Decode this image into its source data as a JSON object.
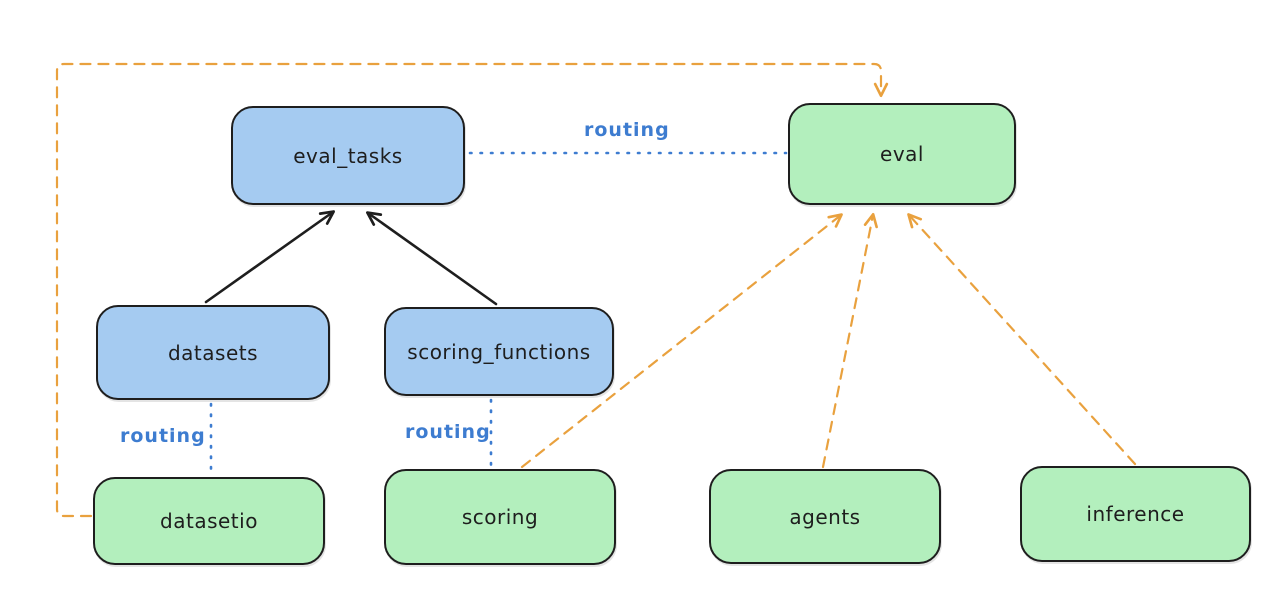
{
  "diagram": {
    "kind": "architecture-diagram",
    "background": "#ffffff"
  },
  "nodes": {
    "eval_tasks": {
      "label": "eval_tasks",
      "type": "api",
      "fill": "#a5cbf1"
    },
    "eval": {
      "label": "eval",
      "type": "provider",
      "fill": "#b3efbd"
    },
    "datasets": {
      "label": "datasets",
      "type": "api",
      "fill": "#a5cbf1"
    },
    "scoring_functions": {
      "label": "scoring_functions",
      "type": "api",
      "fill": "#a5cbf1"
    },
    "datasetio": {
      "label": "datasetio",
      "type": "provider",
      "fill": "#b3efbd"
    },
    "scoring": {
      "label": "scoring",
      "type": "provider",
      "fill": "#b3efbd"
    },
    "agents": {
      "label": "agents",
      "type": "provider",
      "fill": "#b3efbd"
    },
    "inference": {
      "label": "inference",
      "type": "provider",
      "fill": "#b3efbd"
    }
  },
  "edges": {
    "datasets_to_eval_tasks": {
      "from": "datasets",
      "to": "eval_tasks",
      "style": "solid-arrow",
      "color": "#1e1e1e"
    },
    "scoring_functions_to_eval_tasks": {
      "from": "scoring_functions",
      "to": "eval_tasks",
      "style": "solid-arrow",
      "color": "#1e1e1e"
    },
    "eval_tasks_to_eval": {
      "from": "eval_tasks",
      "to": "eval",
      "style": "dotted",
      "color": "#3d7cd0",
      "label": "routing"
    },
    "datasets_to_datasetio": {
      "from": "datasets",
      "to": "datasetio",
      "style": "dotted",
      "color": "#3d7cd0",
      "label": "routing"
    },
    "scoring_functions_to_scoring": {
      "from": "scoring_functions",
      "to": "scoring",
      "style": "dotted",
      "color": "#3d7cd0",
      "label": "routing"
    },
    "scoring_to_eval": {
      "from": "scoring",
      "to": "eval",
      "style": "dashed-arrow",
      "color": "#e9a13e"
    },
    "agents_to_eval": {
      "from": "agents",
      "to": "eval",
      "style": "dashed-arrow",
      "color": "#e9a13e"
    },
    "inference_to_eval": {
      "from": "inference",
      "to": "eval",
      "style": "dashed-arrow",
      "color": "#e9a13e"
    },
    "datasetio_to_eval": {
      "from": "datasetio",
      "to": "eval",
      "style": "dashed-arrow",
      "color": "#e9a13e",
      "route": "left-edge-up-across-top"
    }
  },
  "colors": {
    "api_node_fill": "#a5cbf1",
    "provider_node_fill": "#b3efbd",
    "node_border": "#1e1e1e",
    "solid_arrow": "#1e1e1e",
    "dashed_arrow": "#e9a13e",
    "routing_line": "#3d7cd0",
    "routing_label_text": "#3d7cd0",
    "background": "#ffffff"
  }
}
